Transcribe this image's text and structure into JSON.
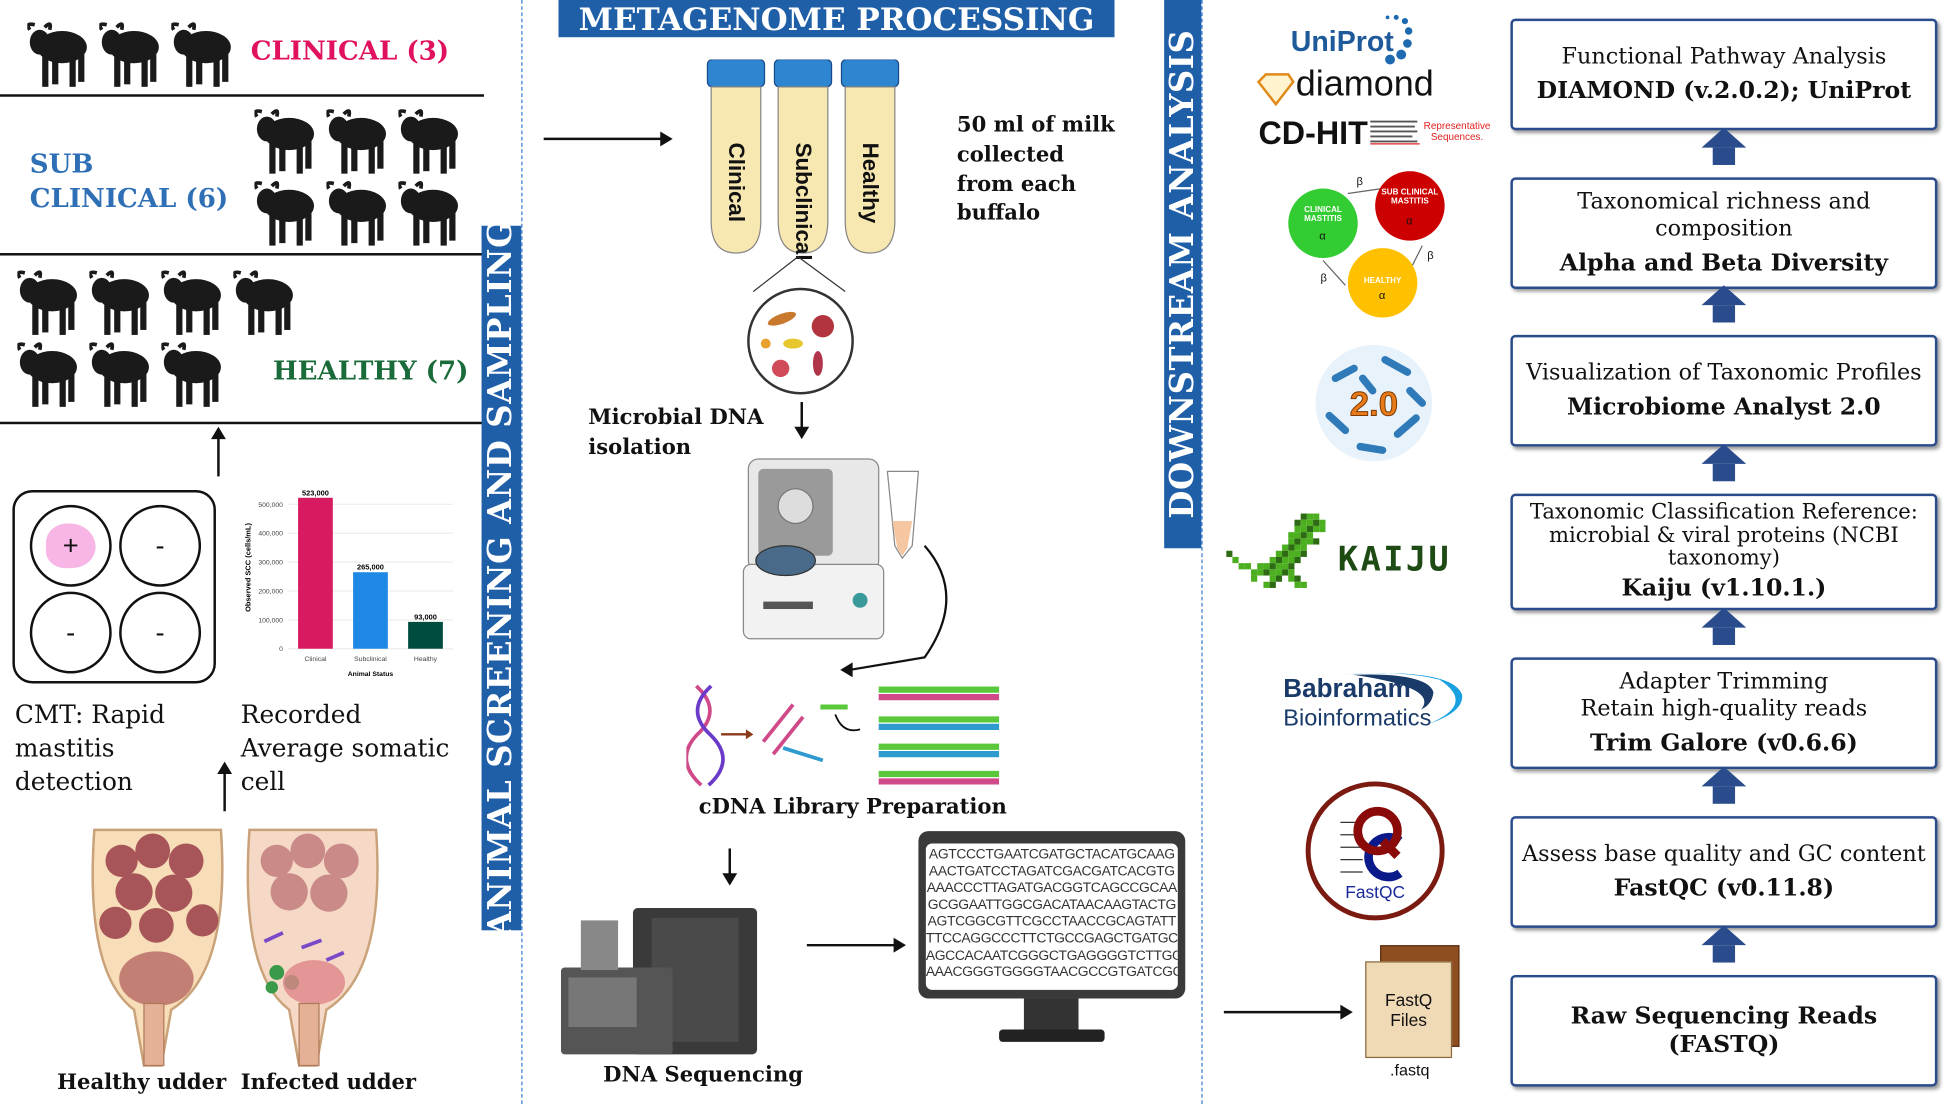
{
  "left": {
    "clinical_label": "CLINICAL (3)",
    "subclinical_label_1": "SUB",
    "subclinical_label_2": "CLINICAL (6)",
    "healthy_label": "HEALTHY (7)",
    "side_banner": "ANIMAL SCREENING AND SAMPLING",
    "cmt_wells": [
      "+",
      "-",
      "-",
      "-"
    ],
    "cmt_caption": "CMT: Rapid mastitis detection",
    "scc_caption": "Recorded Average somatic cell",
    "healthy_udder": "Healthy udder",
    "infected_udder": "Infected udder",
    "colors": {
      "clinical": "#e0115f",
      "subclinical": "#2e6fb5",
      "healthy": "#1a6b3a"
    }
  },
  "chart_data": {
    "type": "bar",
    "categories": [
      "Clinical",
      "Subclinical",
      "Healthy"
    ],
    "values": [
      523000,
      265000,
      93000
    ],
    "data_labels": [
      "523,000",
      "265,000",
      "93,000"
    ],
    "xlabel": "Animal Status",
    "ylabel": "Observed SCC (cells/mL)",
    "ylim": [
      0,
      520000
    ],
    "yticks": [
      "0",
      "100,000",
      "200,000",
      "300,000",
      "400,000",
      "500,000"
    ],
    "colors": [
      "#d81b60",
      "#1e88e5",
      "#004d40"
    ],
    "grid": true
  },
  "middle": {
    "header": "METAGENOME PROCESSING",
    "tubes": [
      "Clinical",
      "Subclinical",
      "Healthy"
    ],
    "milk_note": "50 ml of milk collected from each buffalo",
    "dna_isolation": "Microbial DNA isolation",
    "library_prep": "cDNA Library Preparation",
    "sequencing": "DNA Sequencing",
    "sequences": [
      "AGTCCCTGAATCGATGCTACATGCAAG",
      "AACTGATCCTAGATCGACGATCACGTG",
      "AAACCCTTAGATGACGGTCAGCCGCAA",
      "GCGGAATTGGCGACATAACAAGTACTG",
      "AGTCGGCGTTCGCCTAACCGCAGTATT",
      "TTCCAGGCCCTTCTGCCGAGCTGATGC",
      "AGCCACAATCGGGCTGAGGGGTCTTGG",
      "AAACGGGTGGGGTAACGCCGTGATCGC"
    ]
  },
  "downstream": {
    "side_banner": "DOWNSTREAM ANALYSIS",
    "logos": {
      "uniprot": "UniProt",
      "diamond": "diamond",
      "cdhit": "CD-HIT",
      "cdhit_sub": "Representative Sequences.",
      "diversity": {
        "clinical": "CLINICAL MASTITIS",
        "subclinical": "SUB CLINICAL MASTITIS",
        "healthy": "HEALTHY",
        "alpha": "α",
        "beta": "β"
      },
      "microbiome": "2.0",
      "kaiju": "KAIJU",
      "babraham_1": "Babraham",
      "babraham_2": "Bioinformatics",
      "fastqc": "FastQC",
      "fastq_files": "FastQ Files",
      "fastq_ext": ".fastq"
    },
    "steps": [
      {
        "line1": "Functional Pathway Analysis",
        "bold": "DIAMOND (v.2.0.2); UniProt"
      },
      {
        "line1": "Taxonomical richness and composition",
        "bold": "Alpha and Beta Diversity"
      },
      {
        "line1": "Visualization of Taxonomic Profiles",
        "bold": "Microbiome Analyst 2.0"
      },
      {
        "line1": "Taxonomic Classification Reference: microbial & viral proteins (NCBI taxonomy)",
        "bold": "Kaiju (v1.10.1.)"
      },
      {
        "line1": "Adapter Trimming",
        "line2": "Retain high-quality reads",
        "bold": "Trim Galore (v0.6.6)"
      },
      {
        "line1": "Assess base quality and GC content",
        "bold": "FastQC (v0.11.8)"
      },
      {
        "bold": "Raw Sequencing Reads (FASTQ)"
      }
    ],
    "arrow_color": "#2b4c8c"
  }
}
